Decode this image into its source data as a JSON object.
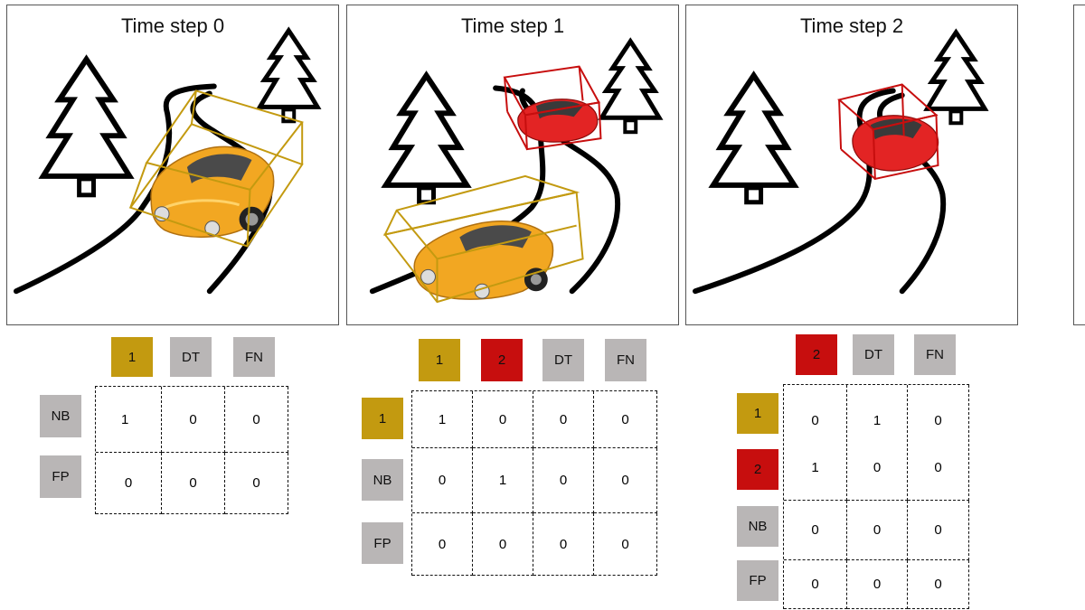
{
  "panels": [
    {
      "title": "Time step 0",
      "columns": [
        {
          "label": "1",
          "color": "gold"
        },
        {
          "label": "DT",
          "color": "gray"
        },
        {
          "label": "FN",
          "color": "gray"
        }
      ],
      "rows": [
        {
          "label": "NB",
          "color": "gray",
          "cells": [
            "1",
            "0",
            "0"
          ]
        },
        {
          "label": "FP",
          "color": "gray",
          "cells": [
            "0",
            "0",
            "0"
          ]
        }
      ]
    },
    {
      "title": "Time step 1",
      "columns": [
        {
          "label": "1",
          "color": "gold"
        },
        {
          "label": "2",
          "color": "red"
        },
        {
          "label": "DT",
          "color": "gray"
        },
        {
          "label": "FN",
          "color": "gray"
        }
      ],
      "rows": [
        {
          "label": "1",
          "color": "gold",
          "cells": [
            "1",
            "0",
            "0",
            "0"
          ]
        },
        {
          "label": "NB",
          "color": "gray",
          "cells": [
            "0",
            "1",
            "0",
            "0"
          ]
        },
        {
          "label": "FP",
          "color": "gray",
          "cells": [
            "0",
            "0",
            "0",
            "0"
          ]
        }
      ]
    },
    {
      "title": "Time step 2",
      "columns": [
        {
          "label": "2",
          "color": "red"
        },
        {
          "label": "DT",
          "color": "gray"
        },
        {
          "label": "FN",
          "color": "gray"
        }
      ],
      "rows": [
        {
          "label": "1",
          "color": "gold",
          "cells": [
            "0",
            "1",
            "0"
          ]
        },
        {
          "label": "2",
          "color": "red",
          "cells": [
            "1",
            "0",
            "0"
          ]
        },
        {
          "label": "NB",
          "color": "gray",
          "cells": [
            "0",
            "0",
            "0"
          ]
        },
        {
          "label": "FP",
          "color": "gray",
          "cells": [
            "0",
            "0",
            "0"
          ]
        }
      ]
    }
  ],
  "colors": {
    "gold": "#c39a10",
    "red": "#c70e0e",
    "gray": "#b9b6b6"
  },
  "icons": [
    "tree-icon",
    "car-icon",
    "road"
  ]
}
